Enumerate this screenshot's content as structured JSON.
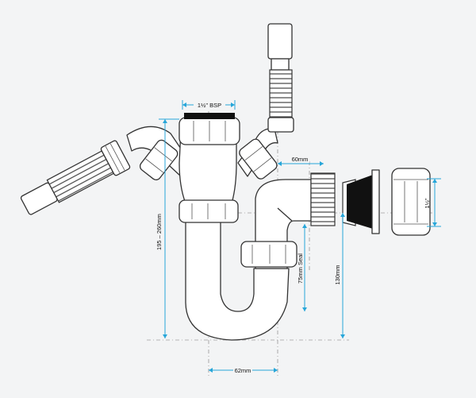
{
  "labels": {
    "bsp": "1½\" BSP",
    "sixty": "60mm",
    "height_range": "195 – 260mm",
    "seal": "75mm Seal",
    "height_130": "130mm",
    "width_62": "62mm",
    "thread": "1½\""
  },
  "colors": {
    "dimension": "#27a6d9",
    "outline": "#333333",
    "background": "#f3f4f5"
  }
}
